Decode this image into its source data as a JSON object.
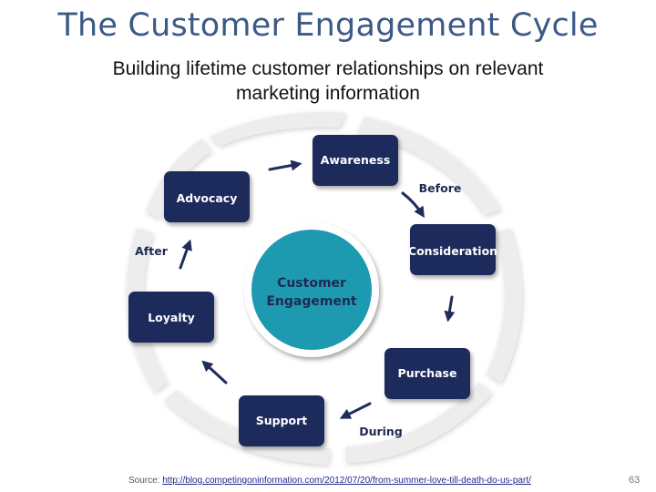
{
  "slide": {
    "title": "The Customer Engagement Cycle",
    "subtitle": "Building lifetime customer relationships on relevant marketing information"
  },
  "cycle": {
    "center": [
      "Customer",
      "Engagement"
    ],
    "stages": {
      "awareness": "Awareness",
      "consideration": "Consideration",
      "purchase": "Purchase",
      "support": "Support",
      "loyalty": "Loyalty",
      "advocacy": "Advocacy"
    },
    "phases": {
      "before": "Before",
      "during": "During",
      "after": "After"
    }
  },
  "footer": {
    "source_prefix": "Source: ",
    "source_link": "http://blog.competingoninformation.com/2012/07/20/from-summer-love-till-death-do-us-part/",
    "page_number": "63"
  },
  "colors": {
    "title": "#3c5a86",
    "box": "#1f2c5c",
    "center": "#1e9ab0",
    "ring": "#ececec"
  }
}
